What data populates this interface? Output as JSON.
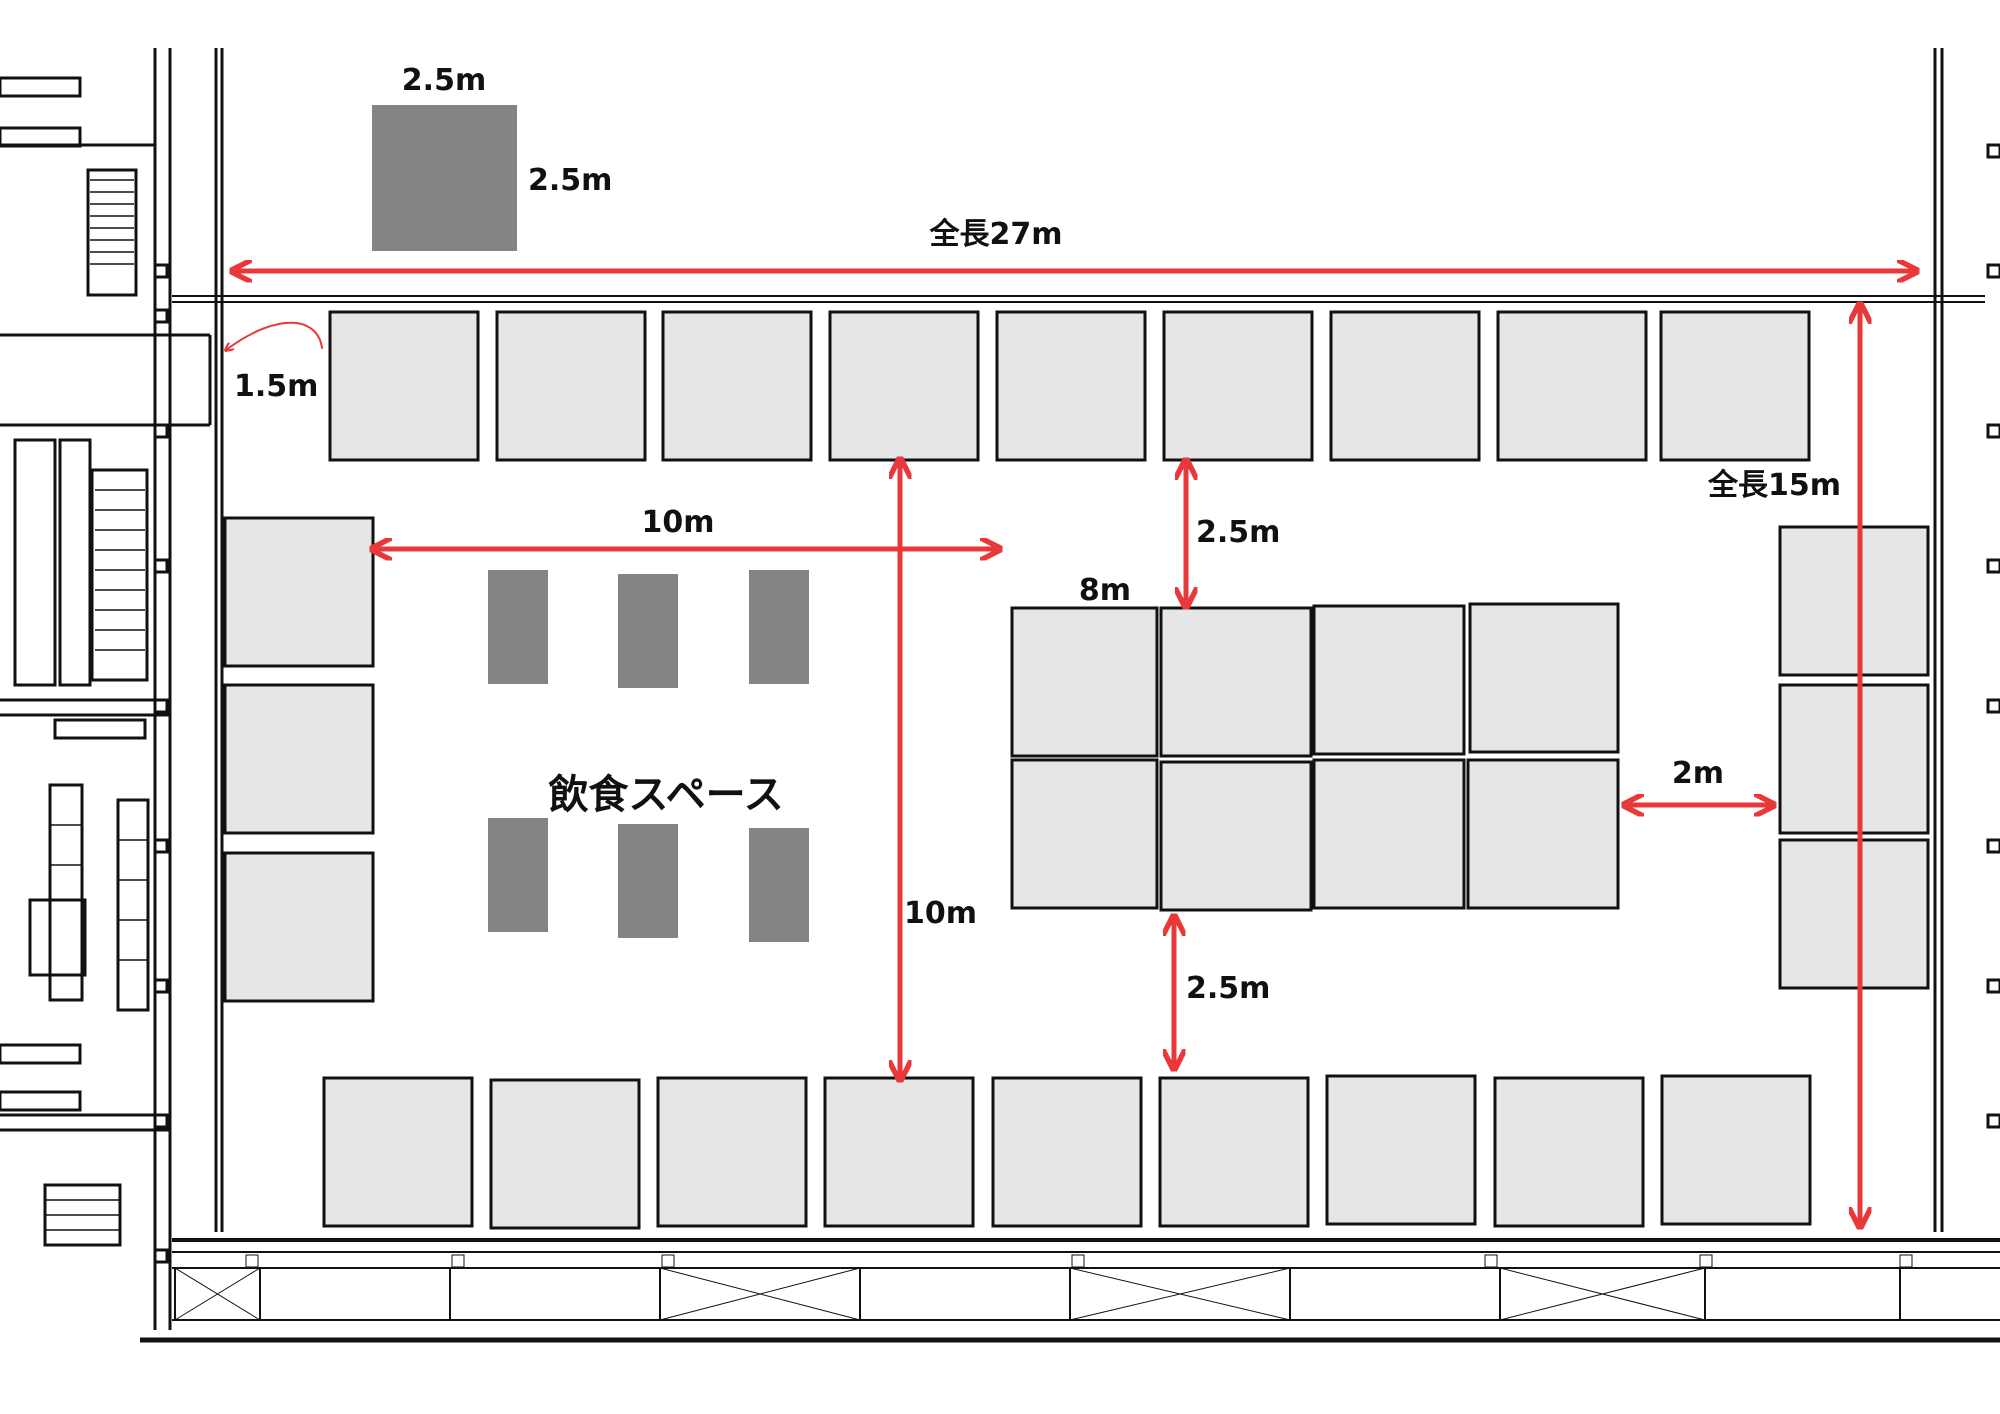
{
  "colors": {
    "wall": "#111111",
    "booth_fill": "#e6e6e6",
    "table_fill": "#848484",
    "arrow": "#e8383a",
    "background": "#ffffff"
  },
  "labels": {
    "sample_width": "2.5m",
    "sample_height": "2.5m",
    "total_length": "全長27m",
    "door_clearance": "1.5m",
    "total_width": "全長15m",
    "left_gap": "10m",
    "top_gap": "2.5m",
    "island_width": "8m",
    "dining_area": "飲食スペース",
    "right_gap": "2m",
    "vertical_gap": "10m",
    "bottom_gap": "2.5m"
  }
}
